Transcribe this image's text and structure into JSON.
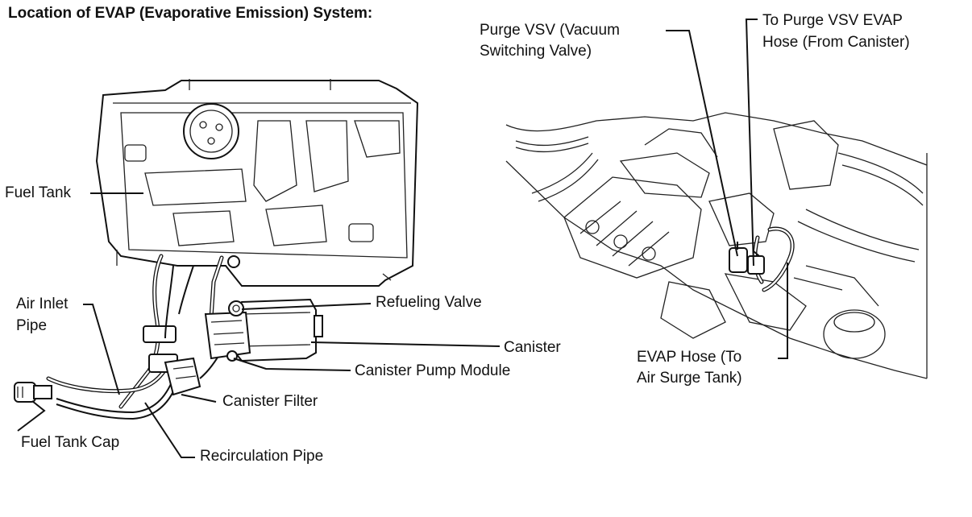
{
  "title": "Location of EVAP (Evaporative Emission) System:",
  "left_labels": {
    "fuel_tank": "Fuel Tank",
    "air_inlet_pipe_l1": "Air Inlet",
    "air_inlet_pipe_l2": "Pipe",
    "refueling_valve": "Refueling Valve",
    "canister": "Canister",
    "canister_pump_module": "Canister Pump Module",
    "canister_filter": "Canister Filter",
    "fuel_tank_cap": "Fuel Tank Cap",
    "recirculation_pipe": "Recirculation Pipe"
  },
  "right_labels": {
    "purge_vsv_l1": "Purge VSV (Vacuum",
    "purge_vsv_l2": "Switching Valve)",
    "to_purge_l1": "To Purge VSV EVAP",
    "to_purge_l2": "Hose (From Canister)",
    "evap_hose_l1": "EVAP Hose (To",
    "evap_hose_l2": "Air Surge Tank)"
  }
}
